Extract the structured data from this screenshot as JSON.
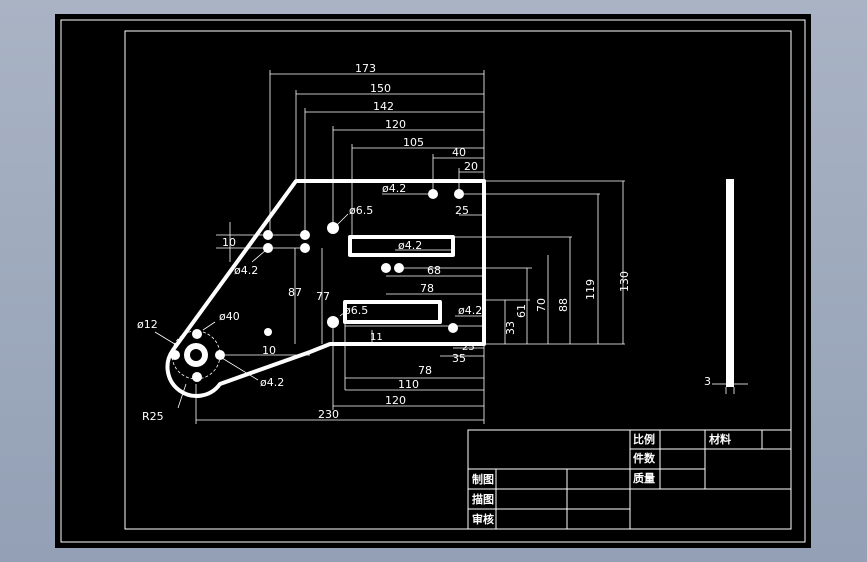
{
  "colors": {
    "background": "#000000",
    "line": "#ffffff",
    "window": "#9aa6bb"
  },
  "drawing": {
    "overall_dims": {
      "d173": "173",
      "d150": "150",
      "d142": "142",
      "d120_top": "120",
      "d105": "105",
      "d40": "40",
      "d20": "20",
      "d25": "25"
    },
    "vertical_dims": {
      "d130": "130",
      "d119": "119",
      "d88": "88",
      "d70": "70",
      "d61": "61",
      "d33": "33",
      "d87": "87",
      "d77": "77",
      "d10_left": "10"
    },
    "inner_dims": {
      "d68": "68",
      "d78_mid": "78",
      "d78_low": "78",
      "d35": "35",
      "d25_low": "25",
      "d11": "11",
      "d10_low": "10"
    },
    "bottom_dims": {
      "d110": "110",
      "d120_bottom": "120",
      "d230": "230",
      "d3": "3"
    },
    "holes": {
      "h_42_top": "ø4.2",
      "h_65_top": "ø6.5",
      "h_42_slot": "ø4.2",
      "h_42_left": "ø4.2",
      "h_65_low": "ø6.5",
      "h_42_right": "ø4.2",
      "h_40": "ø40",
      "h_12": "ø12",
      "h_42_bottom": "ø4.2",
      "r25": "R25"
    }
  },
  "title_block": {
    "scale_label": "比例",
    "material_label": "材料",
    "count_label": "件数",
    "mass_label": "质量",
    "draw_label": "制图",
    "trace_label": "描图",
    "review_label": "审核"
  }
}
